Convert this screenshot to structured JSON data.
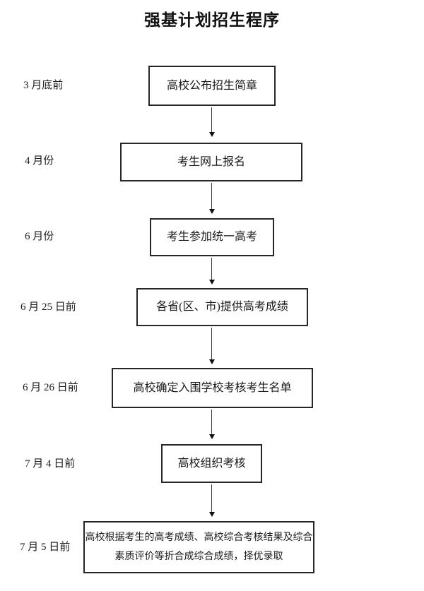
{
  "page": {
    "title": "强基计划招生程序",
    "background": "#ffffff",
    "ink_color": "#1a1a1a",
    "border_color": "#262626"
  },
  "flowchart": {
    "connector_style": "vertical-arrow-down",
    "steps": [
      {
        "date": "3 月底前",
        "lines": [
          "高校公布招生简章"
        ]
      },
      {
        "date": "4 月份",
        "lines": [
          "考生网上报名"
        ]
      },
      {
        "date": "6 月份",
        "lines": [
          "考生参加统一高考"
        ]
      },
      {
        "date": "6 月 25 日前",
        "lines": [
          "各省(区、市)提供高考成绩"
        ]
      },
      {
        "date": "6 月 26 日前",
        "lines": [
          "高校确定入围学校考核考生名单"
        ]
      },
      {
        "date": "7 月 4 日前",
        "lines": [
          "高校组织考核"
        ]
      },
      {
        "date": "7 月 5 日前",
        "lines": [
          "高校根据考生的高考成绩、高校综合考核结果及综合",
          "素质评价等折合成综合成绩，择优录取"
        ]
      }
    ]
  }
}
